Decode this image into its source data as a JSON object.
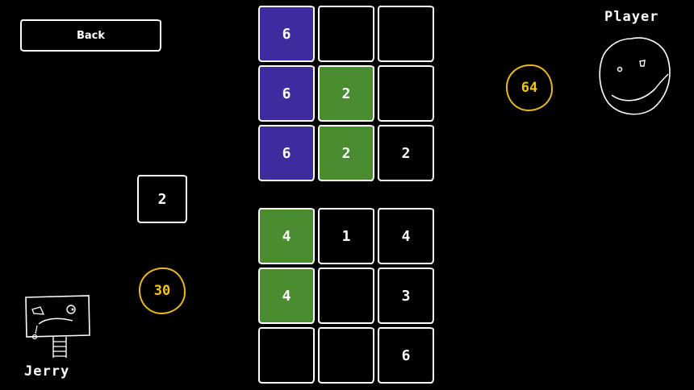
{
  "back_label": "Back",
  "player": {
    "name": "Player",
    "score": "64",
    "board": [
      {
        "value": "6",
        "color": "purple"
      },
      {
        "value": "",
        "color": "none"
      },
      {
        "value": "",
        "color": "none"
      },
      {
        "value": "6",
        "color": "purple"
      },
      {
        "value": "2",
        "color": "green"
      },
      {
        "value": "",
        "color": "none"
      },
      {
        "value": "6",
        "color": "purple"
      },
      {
        "value": "2",
        "color": "green"
      },
      {
        "value": "2",
        "color": "none"
      }
    ]
  },
  "opponent": {
    "name": "Jerry",
    "score": "30",
    "board": [
      {
        "value": "4",
        "color": "green"
      },
      {
        "value": "1",
        "color": "none"
      },
      {
        "value": "4",
        "color": "none"
      },
      {
        "value": "4",
        "color": "green"
      },
      {
        "value": "",
        "color": "none"
      },
      {
        "value": "3",
        "color": "none"
      },
      {
        "value": "",
        "color": "none"
      },
      {
        "value": "",
        "color": "none"
      },
      {
        "value": "6",
        "color": "none"
      }
    ]
  },
  "current_die": "2",
  "colors": {
    "purple": "#3d2ba0",
    "green": "#4a8c30",
    "score_ring": "#e8b820",
    "score_text": "#f5c518"
  },
  "icons": {
    "player_avatar": "smiling-face-doodle",
    "opponent_avatar": "box-head-robot-doodle"
  }
}
